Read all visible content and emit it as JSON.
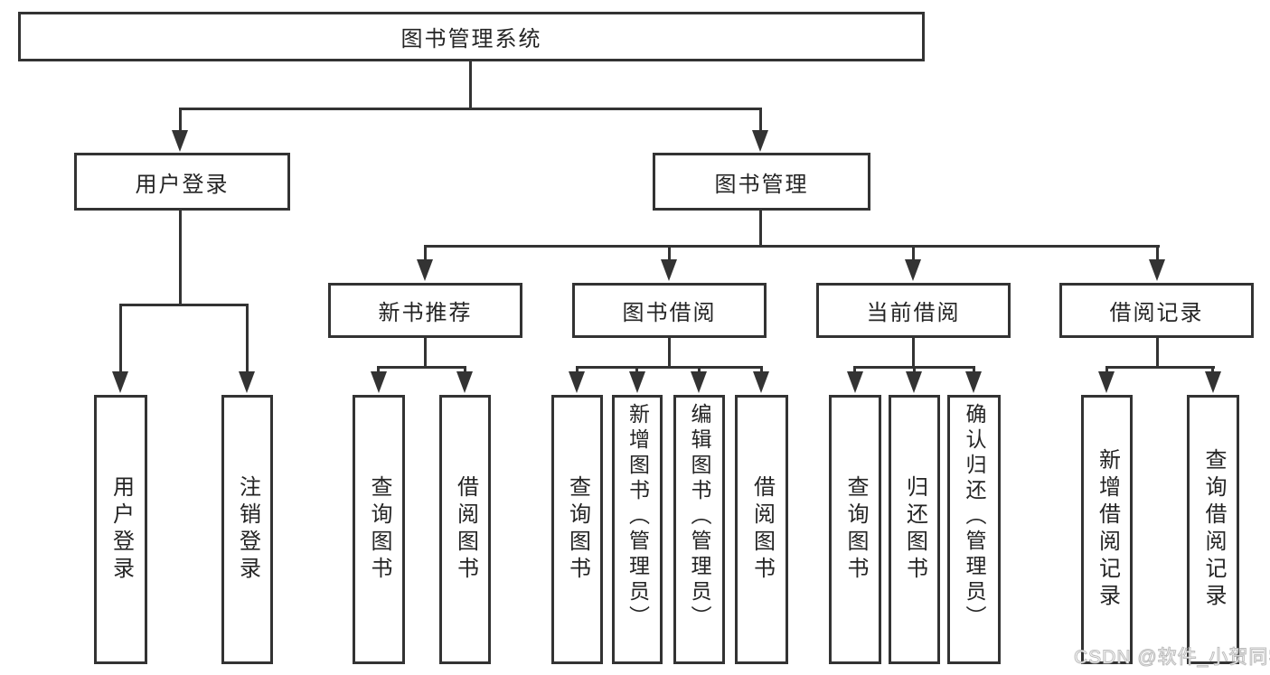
{
  "diagram": {
    "type": "hierarchy-tree",
    "root": {
      "label": "图书管理系统"
    },
    "level2": {
      "user_login": {
        "label": "用户登录"
      },
      "book_management": {
        "label": "图书管理"
      }
    },
    "level3": {
      "new_book_recommend": {
        "label": "新书推荐"
      },
      "book_borrow": {
        "label": "图书借阅"
      },
      "current_borrow": {
        "label": "当前借阅"
      },
      "borrow_records": {
        "label": "借阅记录"
      }
    },
    "leaves": {
      "user_login_group": [
        "用户登录",
        "注销登录"
      ],
      "new_book_group": [
        "查询图书",
        "借阅图书"
      ],
      "book_borrow_group": [
        "查询图书",
        "新增图书（管理员）",
        "编辑图书（管理员）",
        "借阅图书"
      ],
      "current_borrow_group": [
        "查询图书",
        "归还图书",
        "确认归还（管理员）"
      ],
      "records_group": [
        "新增借阅记录",
        "查询借阅记录"
      ]
    }
  },
  "watermark": "CSDN @软件_小贺同学",
  "colors": {
    "line": "#333333",
    "text": "#242424",
    "background": "#ffffff",
    "watermark": "#ffffff"
  }
}
